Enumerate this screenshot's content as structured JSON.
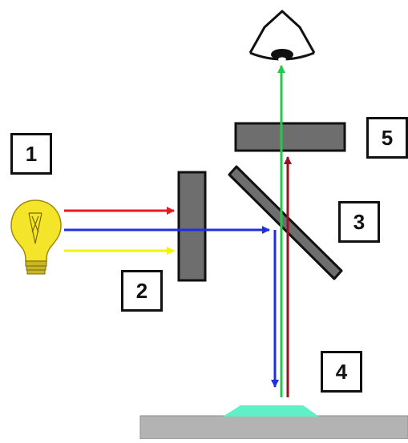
{
  "labels": {
    "light_source": "1",
    "filter": "2",
    "dichroic_mirror": "3",
    "sample": "4",
    "emission_filter": "5"
  },
  "colors": {
    "red": "#e31b23",
    "blue": "#1f2fe0",
    "yellow": "#f2f20a",
    "green": "#22c94a",
    "dark_red": "#9a1020",
    "block_gray": "#6e6e6e",
    "stage_gray": "#b3b3b3",
    "specimen": "#5ff0c8",
    "bulb": "#f5e52a"
  },
  "icons": [
    "light-bulb-icon",
    "eye-icon"
  ]
}
